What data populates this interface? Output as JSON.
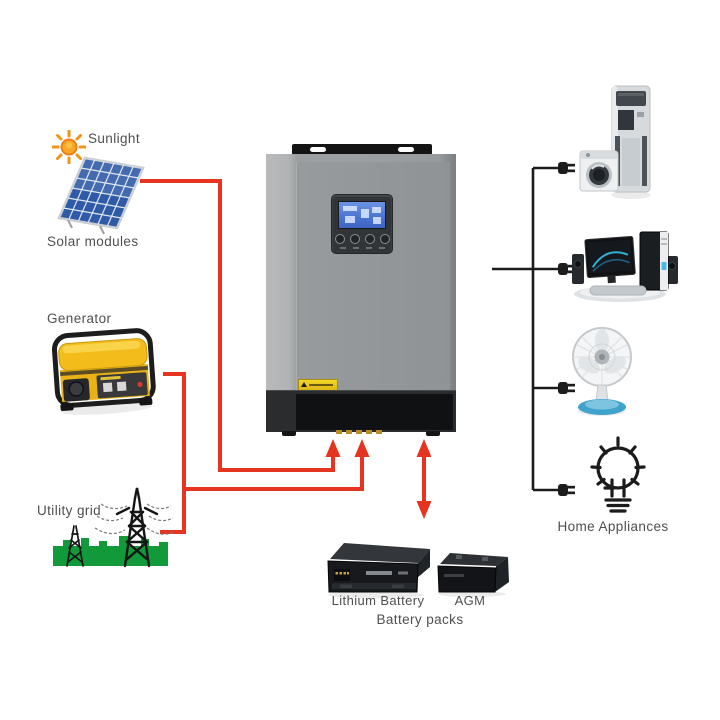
{
  "nodes": {
    "sun": {
      "label": "Sunlight",
      "icon": "sun-icon"
    },
    "solar": {
      "label": "Solar modules",
      "icon": "solar-panel-icon"
    },
    "generator": {
      "label": "Generator",
      "icon": "generator-icon"
    },
    "utility": {
      "label": "Utility grid",
      "icon": "utility-grid-icon"
    },
    "inverter": {
      "icon": "inverter-icon"
    },
    "appliances": {
      "label": "Home Appliances",
      "icons": [
        "air-conditioner-icon",
        "washing-machine-icon",
        "desktop-computer-icon",
        "table-fan-icon",
        "light-bulb-icon"
      ]
    },
    "batteries": {
      "group_label": "Battery packs",
      "items": [
        {
          "label": "Lithium Battery",
          "icon": "lithium-battery-icon"
        },
        {
          "label": "AGM",
          "icon": "agm-battery-icon"
        }
      ]
    }
  },
  "wires": {
    "dc_input_color": "#e5341f",
    "ac_output_color": "#1c1c1c",
    "dc_connections": [
      "solar modules -> inverter",
      "generator -> inverter",
      "utility grid -> inverter"
    ],
    "battery_connection": "inverter <-> battery packs (double arrow)",
    "ac_connections": [
      "inverter -> air conditioner",
      "inverter -> desktop computer",
      "inverter -> table fan",
      "inverter -> light bulb"
    ]
  },
  "colors": {
    "background": "#ffffff",
    "label_text": "#4f4f4f",
    "solar_panel_blue": "#2f5aa8",
    "generator_yellow": "#f4bc1a",
    "utility_ground_green": "#129a3a",
    "inverter_body_gray": "#9aa0a2",
    "inverter_bottom_black": "#101113",
    "lcd_screen_blue": "#4d76d4",
    "sun_orange": "#f49117",
    "fan_base_blue": "#3fa3cc"
  }
}
